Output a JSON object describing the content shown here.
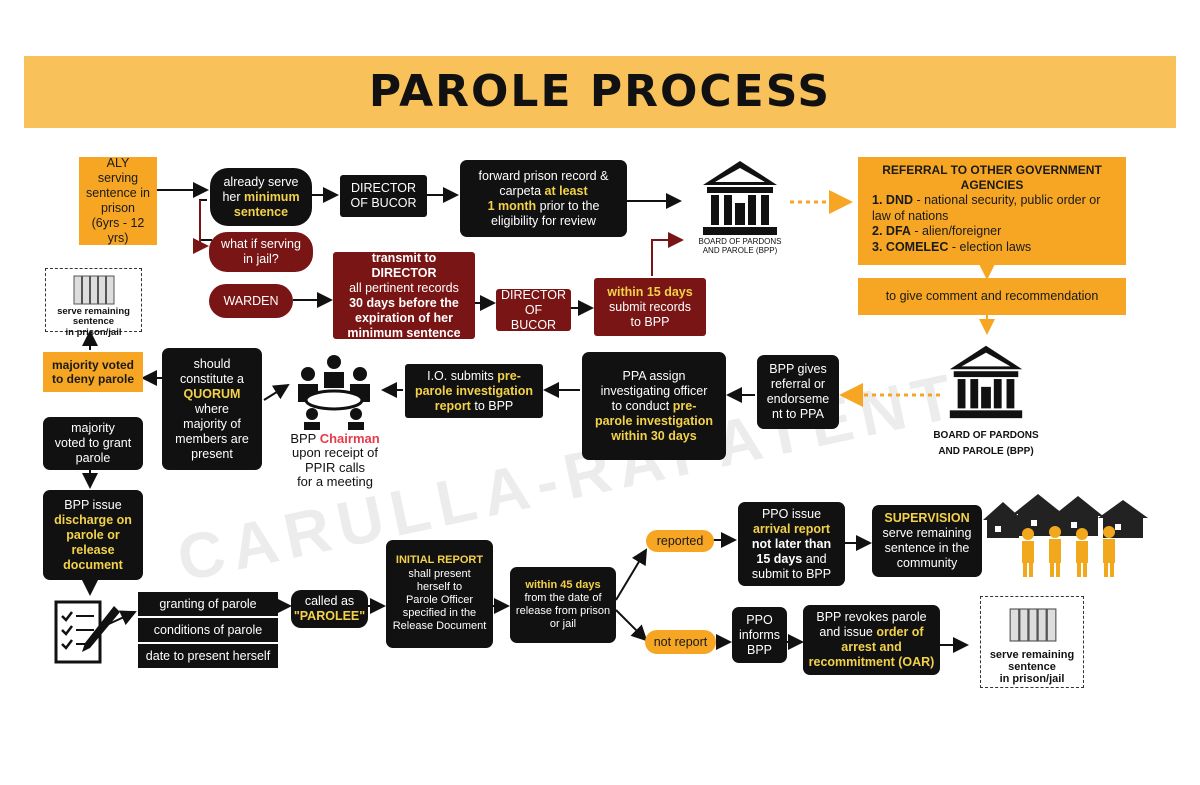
{
  "title": "PAROLE PROCESS",
  "watermark": "CARULLA-RAPATENT",
  "aly_box": {
    "name": "ALY",
    "line1": "serving",
    "line2": "sentence in",
    "line3": "prison",
    "line4": "(6yrs - 12 yrs)"
  },
  "already_serve": {
    "a": "already serve",
    "b": "her",
    "c": "minimum",
    "d": "sentence"
  },
  "director_bucor_1": {
    "l1": "DIRECTOR",
    "l2": "OF BUCOR"
  },
  "forward_record": {
    "a": "forward prison record &",
    "b": "carpeta",
    "c": "at least",
    "d": "1 month",
    "e": "prior to the",
    "f": "eligibility for review"
  },
  "bpp_caption_top": {
    "l1": "BOARD OF PARDONS",
    "l2": "AND PAROLE (BPP)"
  },
  "referral": {
    "title": "REFERRAL TO OTHER GOVERNMENT AGENCIES",
    "items": [
      {
        "num": "1.",
        "key": "DND",
        "desc": "- national security, public order or law of nations"
      },
      {
        "num": "2.",
        "key": "DFA",
        "desc": "- alien/foreigner"
      },
      {
        "num": "3.",
        "key": "COMELEC",
        "desc": "- election laws"
      }
    ]
  },
  "comment_box": "to give comment and recommendation",
  "what_if": {
    "l1": "what if serving",
    "l2": "in jail?"
  },
  "warden": "WARDEN",
  "transmit": {
    "a": "transmit to DIRECTOR",
    "b": "all pertinent records",
    "c": "30 days before the",
    "d": "expiration of her",
    "e": "minimum sentence"
  },
  "director_bucor_2": {
    "l1": "DIRECTOR",
    "l2": "OF BUCOR"
  },
  "within15": {
    "a": "within 15 days",
    "b": "submit records",
    "c": "to BPP"
  },
  "serve_remaining_1": {
    "l1": "serve remaining",
    "l2": "sentence",
    "l3": "in prison/jail"
  },
  "majority_deny": {
    "l1": "majority voted",
    "l2": "to deny parole"
  },
  "quorum": {
    "a": "should",
    "b": "constitute a",
    "c": "QUORUM",
    "d": "where",
    "e": "majority of",
    "f": "members are",
    "g": "present"
  },
  "chairman": {
    "a": "BPP",
    "b": "Chairman",
    "c": "upon receipt of",
    "d": "PPIR calls",
    "e": "for a meeting"
  },
  "io_submits": {
    "a": "I.O. submits",
    "b": "pre-",
    "c": "parole investigation",
    "d": "report",
    "e": "to BPP"
  },
  "ppa_assign": {
    "a": "PPA assign",
    "b": "investigating officer",
    "c": "to conduct",
    "d": "pre-",
    "e": "parole investigation",
    "f": "within 30 days"
  },
  "bpp_referral": {
    "a": "BPP gives",
    "b": "referral or",
    "c": "endorseme",
    "d": "nt to PPA"
  },
  "bpp_caption_mid": {
    "l1": "BOARD OF PARDONS",
    "l2": "AND PAROLE (BPP)"
  },
  "majority_grant": {
    "l1": "majority",
    "l2": "voted to grant",
    "l3": "parole"
  },
  "bpp_issue": {
    "a": "BPP issue",
    "b": "discharge on",
    "c": "parole or",
    "d": "release",
    "e": "document"
  },
  "parole_list": [
    "granting of parole",
    "conditions of parole",
    "date to present herself"
  ],
  "called_as": {
    "a": "called as",
    "b": "\"PAROLEE\""
  },
  "initial_report": {
    "a": "INITIAL REPORT",
    "b": "shall present",
    "c": "herself to",
    "d": "Parole Officer",
    "e": "specified in the",
    "f": "Release Document"
  },
  "within45": {
    "a": "within 45 days",
    "b": "from the date of",
    "c": "release from prison",
    "d": "or jail"
  },
  "reported": "reported",
  "not_report": "not report",
  "ppo_arrival": {
    "a": "PPO issue",
    "b": "arrival report",
    "c": "not later than",
    "d": "15 days",
    "e": "and",
    "f": "submit to BPP"
  },
  "supervision": {
    "a": "SUPERVISION",
    "b": "serve remaining",
    "c": "sentence in the",
    "d": "community"
  },
  "ppo_informs": {
    "a": "PPO",
    "b": "informs",
    "c": "BPP"
  },
  "bpp_revokes": {
    "a": "BPP revokes parole",
    "b": "and issue",
    "c": "order of",
    "d": "arrest and",
    "e": "recommitment (OAR)"
  },
  "serve_remaining_2": {
    "l1": "serve remaining",
    "l2": "sentence",
    "l3": "in prison/jail"
  },
  "icons": [
    "building-icon",
    "jail-icon",
    "meeting-icon",
    "document-pen-icon",
    "houses-people-icon"
  ],
  "colors": {
    "banner": "#f8c15a",
    "orange": "#f6a623",
    "black": "#111111",
    "maroon": "#7a1515",
    "highlight": "#f3d24a",
    "red_text": "#e83a4a"
  }
}
